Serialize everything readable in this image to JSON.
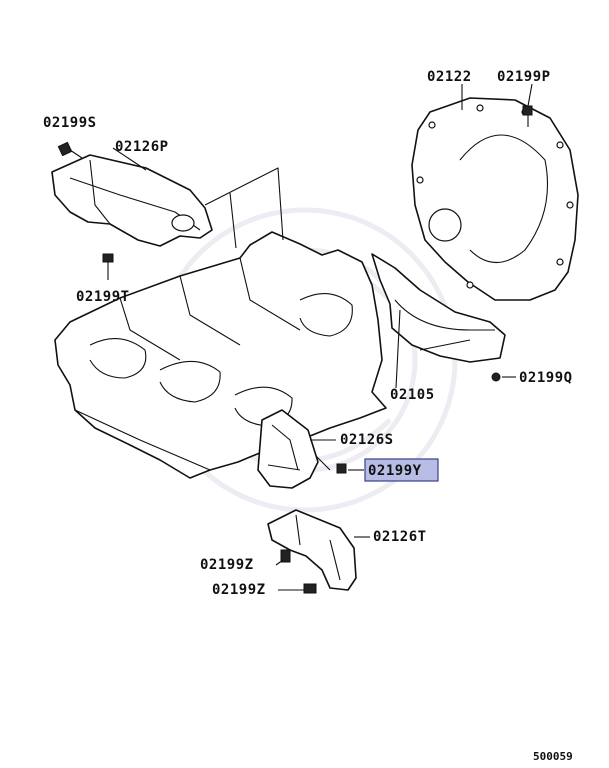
{
  "diagram": {
    "labels": [
      {
        "id": "02122",
        "text": "02122"
      },
      {
        "id": "02199P",
        "text": "02199P"
      },
      {
        "id": "02199S",
        "text": "02199S"
      },
      {
        "id": "02126P",
        "text": "02126P"
      },
      {
        "id": "02199T",
        "text": "02199T"
      },
      {
        "id": "02105",
        "text": "02105"
      },
      {
        "id": "02199Q",
        "text": "02199Q"
      },
      {
        "id": "02126S",
        "text": "02126S"
      },
      {
        "id": "02199Y",
        "text": "02199Y",
        "highlighted": true
      },
      {
        "id": "02126T",
        "text": "02126T"
      },
      {
        "id": "02199Z_a",
        "text": "02199Z"
      },
      {
        "id": "02199Z_b",
        "text": "02199Z"
      }
    ],
    "figure_code": "500059",
    "highlight_color": "#b8bde6"
  }
}
